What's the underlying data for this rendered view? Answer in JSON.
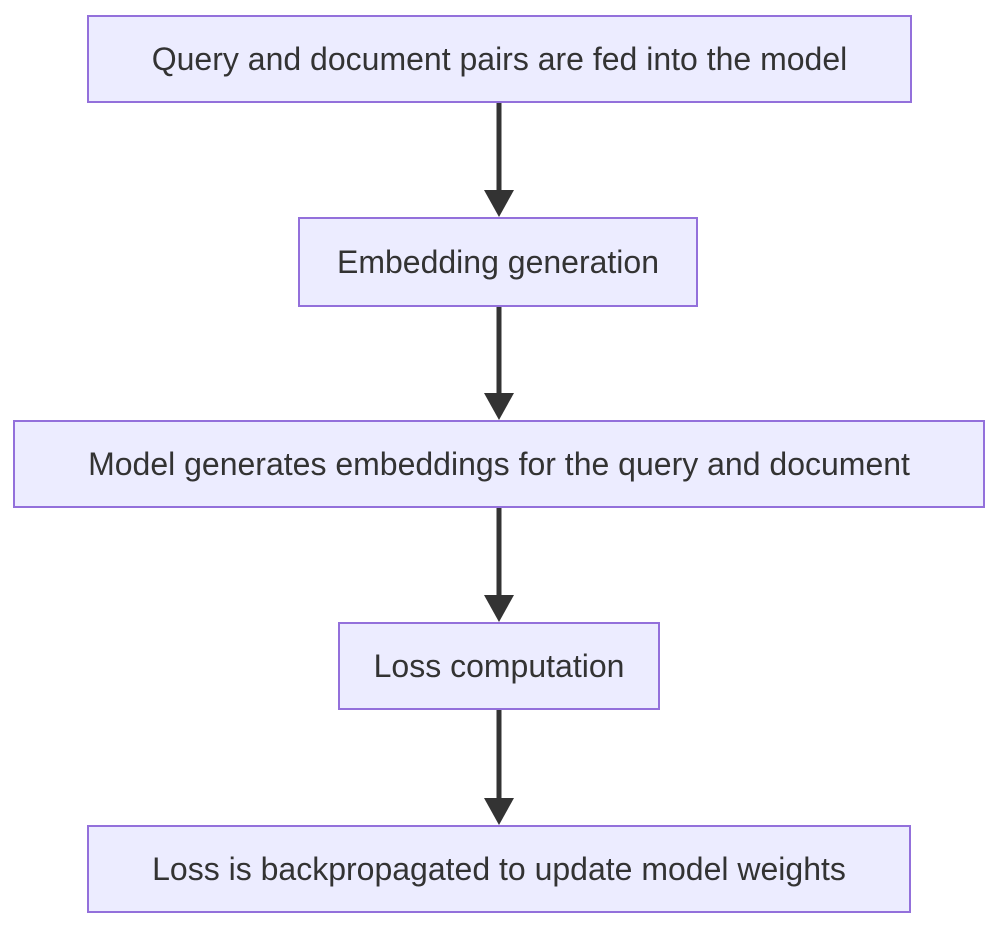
{
  "diagram": {
    "type": "flowchart",
    "direction": "top-down",
    "colors": {
      "background": "#ffffff",
      "node_fill": "#ECECFF",
      "node_border": "#9370DB",
      "node_text": "#333333",
      "arrow": "#333333"
    },
    "nodes": [
      {
        "id": "step-1",
        "label": "Query and document pairs are fed into the model"
      },
      {
        "id": "step-2",
        "label": "Embedding generation"
      },
      {
        "id": "step-3",
        "label": "Model generates embeddings for the query and document"
      },
      {
        "id": "step-4",
        "label": "Loss computation"
      },
      {
        "id": "step-5",
        "label": "Loss is backpropagated to update model weights"
      }
    ],
    "edges": [
      {
        "from": "step-1",
        "to": "step-2"
      },
      {
        "from": "step-2",
        "to": "step-3"
      },
      {
        "from": "step-3",
        "to": "step-4"
      },
      {
        "from": "step-4",
        "to": "step-5"
      }
    ]
  }
}
